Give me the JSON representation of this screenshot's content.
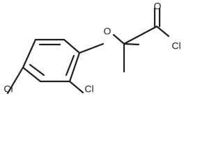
{
  "molecule": {
    "atoms": {
      "o_ether": "O",
      "o_carbonyl": "O",
      "cl_acyl": "Cl",
      "cl_ortho": "Cl",
      "cl_para": "Cl"
    }
  }
}
